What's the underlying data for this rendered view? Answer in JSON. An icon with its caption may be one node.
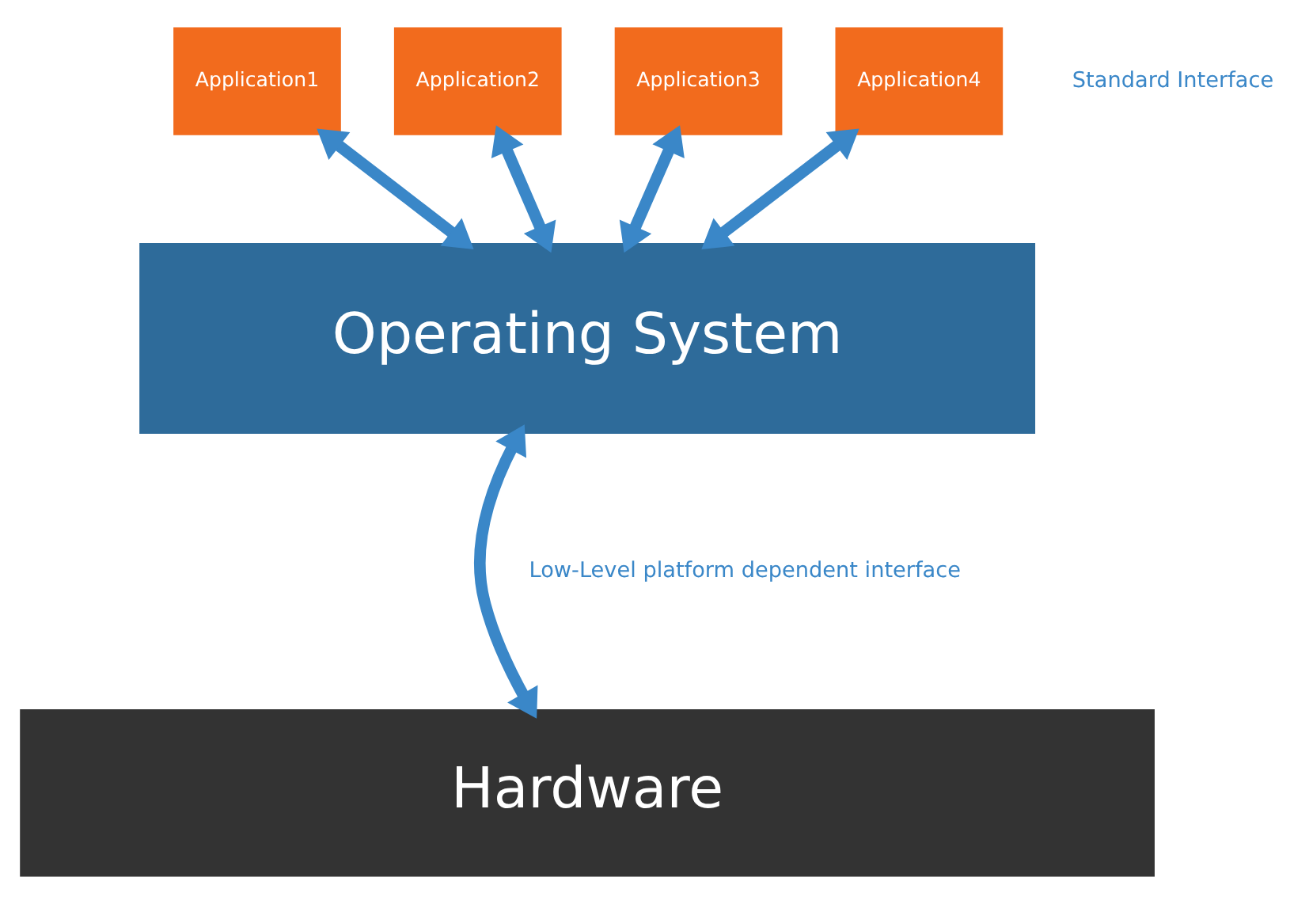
{
  "diagram": {
    "nodes": [
      {
        "text": [
          "Application1"
        ]
      },
      {
        "text": [
          "Application2"
        ]
      },
      {
        "text": [
          "Application3"
        ]
      },
      {
        "text": [
          "Application4"
        ]
      },
      {
        "text": [
          "Operating System"
        ]
      },
      {
        "text": [
          "Hardware"
        ]
      }
    ],
    "edges": [
      {
        "from": 0,
        "to": 4,
        "arrow": "both"
      },
      {
        "from": 1,
        "to": 4,
        "arrow": "both"
      },
      {
        "from": 2,
        "to": 4,
        "arrow": "both"
      },
      {
        "from": 3,
        "to": 4,
        "arrow": "both"
      },
      {
        "from": 4,
        "to": 5,
        "arrow": "both"
      }
    ],
    "labels": [
      "Standard Interface",
      "Low-Level platform dependent interface"
    ]
  }
}
